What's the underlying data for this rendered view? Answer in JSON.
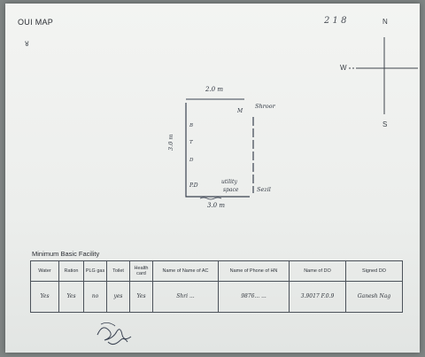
{
  "document": {
    "title": "OUI MAP",
    "subtitle": "४",
    "page_number": "2 1 8",
    "compass": {
      "north": "N",
      "south": "S",
      "west": "W"
    },
    "plot": {
      "top_dimension": "2.0 m",
      "bottom_dimension": "3.0 m",
      "left_dimension": "3.0 m",
      "top_right_label": "Shroor",
      "bottom_right_label": "Sezil",
      "bottom_left_label": "P.D",
      "center_label_line1": "utility",
      "center_label_line2": "space",
      "inner_top_label": "M",
      "inner_left_marks": [
        "B",
        "T",
        "D"
      ]
    },
    "facility": {
      "heading": "Minimum Basic Facility",
      "columns": [
        "Water",
        "Ration",
        "PLG gas",
        "Toilet",
        "Health card",
        "Name of Name of AC",
        "Name of Phone of HN",
        "Name of DO",
        "Signed DO"
      ],
      "row": [
        "Yes",
        "Yes",
        "no",
        "yes",
        "Yes",
        "Shri ...",
        "9876...  ...",
        "3.9017 F.0.9",
        "Ganesh Nag"
      ]
    }
  }
}
